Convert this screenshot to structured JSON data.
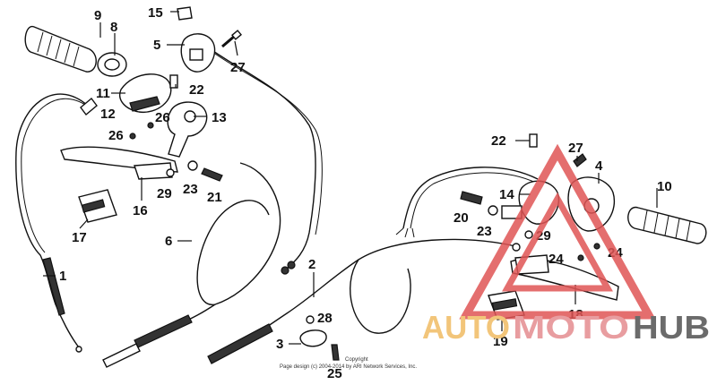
{
  "diagram": {
    "part_labels": {
      "p1": "1",
      "p2": "2",
      "p3": "3",
      "p4": "4",
      "p5": "5",
      "p6": "6",
      "p8": "8",
      "p9": "9",
      "p10": "10",
      "p11": "11",
      "p12": "12",
      "p13": "13",
      "p14": "14",
      "p15": "15",
      "p16": "16",
      "p17": "17",
      "p18": "18",
      "p19": "19",
      "p20": "20",
      "p21": "21",
      "p22a": "22",
      "p22b": "22",
      "p23a": "23",
      "p23b": "23",
      "p24a": "24",
      "p24b": "24",
      "p25": "25",
      "p26a": "26",
      "p26b": "26",
      "p27a": "27",
      "p27b": "27",
      "p28": "28",
      "p29a": "29",
      "p29b": "29"
    },
    "copyright": {
      "line1": "Copyright",
      "line2": "Page design (c) 2004-2014 by ARI Network Services, Inc."
    },
    "watermark": {
      "part1": "AUTO",
      "part2": "MOTO",
      "part3": "HUB",
      "colors": {
        "auto": "#f2c57a",
        "moto": "#e89da0",
        "hub": "#6b6b6b",
        "triangle": "#e05555"
      }
    }
  }
}
